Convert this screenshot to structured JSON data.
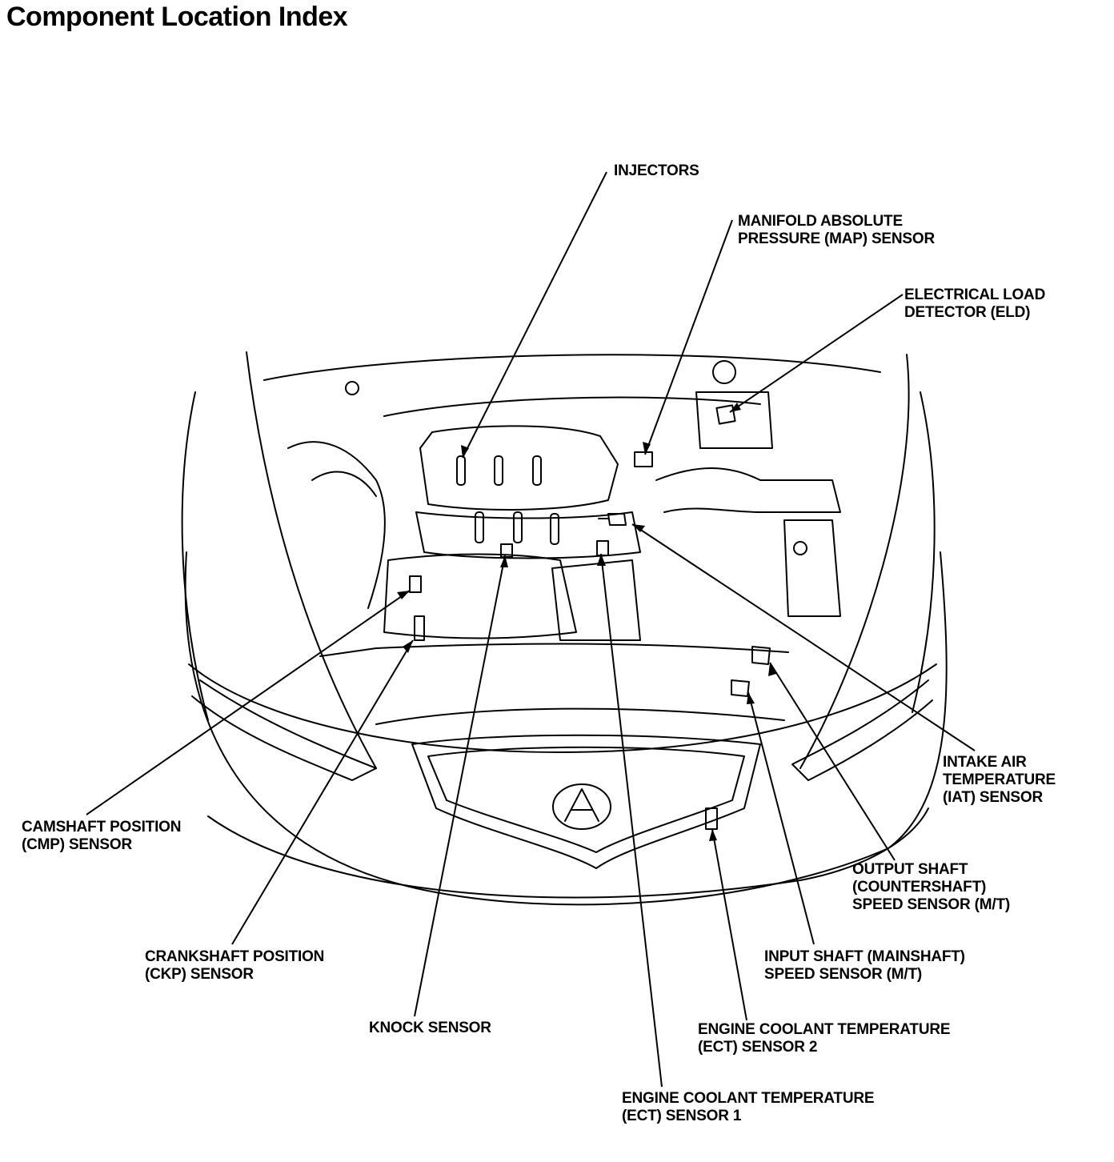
{
  "title": "Component Location Index",
  "labels": {
    "injectors": [
      "INJECTORS"
    ],
    "map": [
      "MANIFOLD ABSOLUTE",
      "PRESSURE (MAP) SENSOR"
    ],
    "eld": [
      "ELECTRICAL LOAD",
      "DETECTOR (ELD)"
    ],
    "iat": [
      "INTAKE AIR",
      "TEMPERATURE",
      "(IAT) SENSOR"
    ],
    "output_shaft": [
      "OUTPUT SHAFT",
      "(COUNTERSHAFT)",
      "SPEED SENSOR (M/T)"
    ],
    "input_shaft": [
      "INPUT SHAFT (MAINSHAFT)",
      "SPEED SENSOR (M/T)"
    ],
    "ect2": [
      "ENGINE COOLANT TEMPERATURE",
      "(ECT) SENSOR 2"
    ],
    "ect1": [
      "ENGINE COOLANT TEMPERATURE",
      "(ECT) SENSOR 1"
    ],
    "knock": [
      "KNOCK SENSOR"
    ],
    "ckp": [
      "CRANKSHAFT POSITION",
      "(CKP) SENSOR"
    ],
    "cmp": [
      "CAMSHAFT POSITION",
      "(CMP) SENSOR"
    ]
  }
}
